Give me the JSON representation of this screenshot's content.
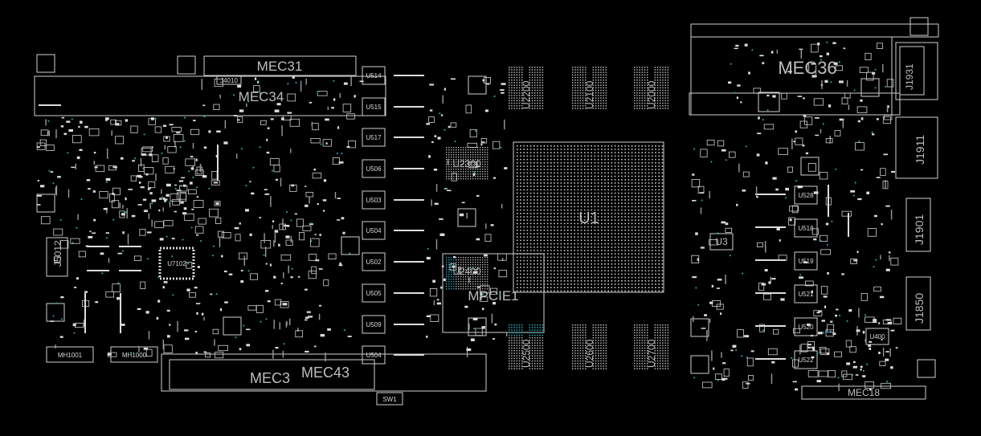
{
  "components": {
    "U1": "U1",
    "U2000": "U2000",
    "U2100": "U2100",
    "U2200": "U2200",
    "U2300": "U2300",
    "U2400": "U2400",
    "U2500": "U2500",
    "U2600": "U2600",
    "U2700": "U2700",
    "U3": "U3",
    "U7102": "U7102",
    "U400": "U400",
    "J1911": "J1911",
    "J1901": "J1901",
    "J1850": "J1850",
    "J1931": "J1931",
    "J5012": "J5012",
    "J4010": "J4010"
  },
  "mechanical": {
    "MEC31": "MEC31",
    "MEC34": "MEC34",
    "MEC36": "MEC36",
    "MEC3": "MEC3",
    "MEC43": "MEC43",
    "MEC18": "MEC18",
    "MPCIE1": "MPCIE1",
    "SW1": "SW1",
    "MH1001": "MH1001",
    "MH1000": "MH1000"
  },
  "regulators_left": [
    "U514",
    "U515",
    "U517",
    "U506",
    "U503",
    "U504",
    "U502",
    "U505",
    "U509",
    "U504"
  ],
  "regulators_right": [
    "U528",
    "U518",
    "U519",
    "U521",
    "U520",
    "U522"
  ],
  "colors": {
    "background": "#000000",
    "silkscreen": "#cfcfcf",
    "label": "#bdbdbd",
    "via": "#2ab0c8"
  }
}
